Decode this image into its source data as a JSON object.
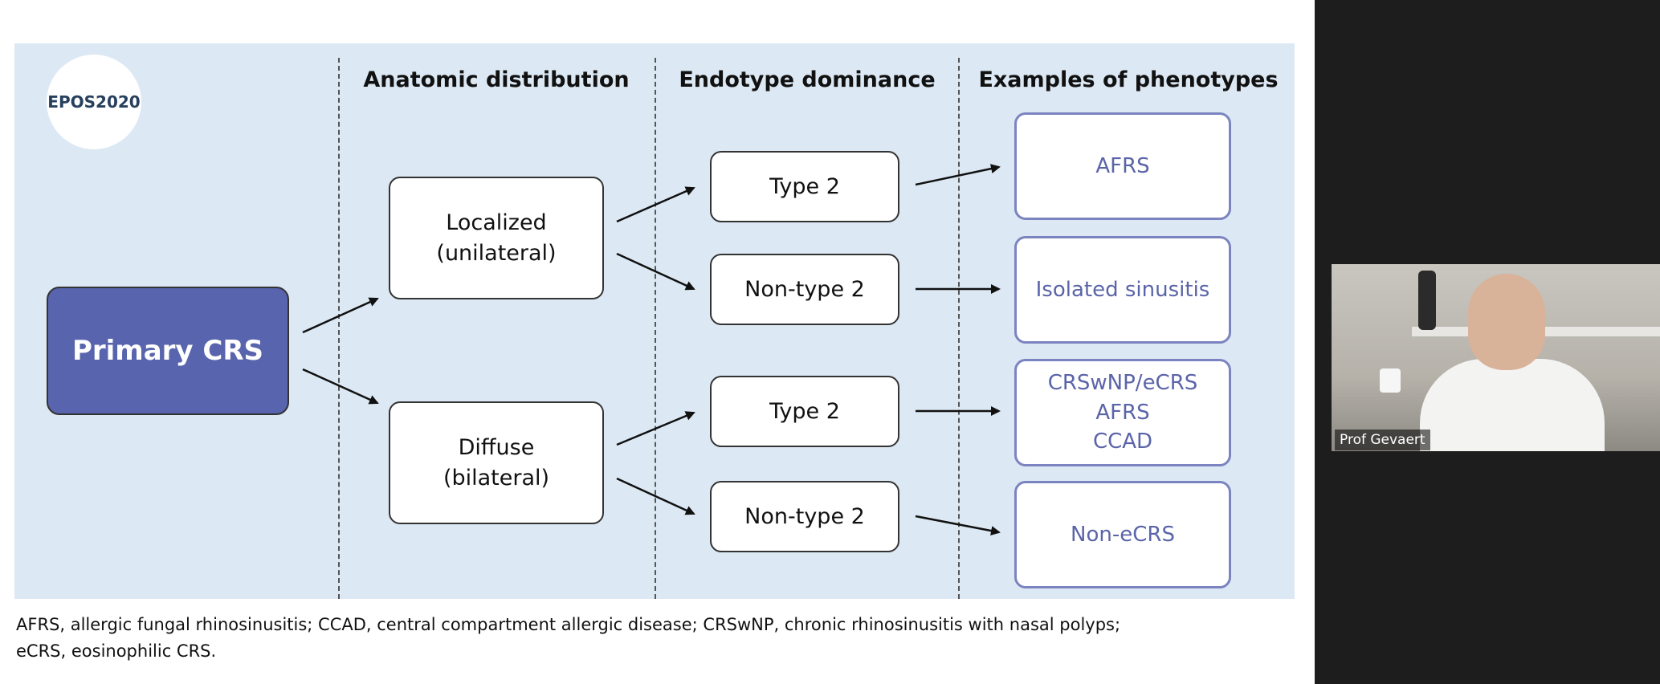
{
  "slide": {
    "logo_text": "EPOS2020",
    "headers": {
      "anatomic": "Anatomic distribution",
      "endotype": "Endotype dominance",
      "phenotype": "Examples of phenotypes"
    },
    "primary": "Primary CRS",
    "anatomic_boxes": [
      {
        "line1": "Localized",
        "line2": "(unilateral)"
      },
      {
        "line1": "Diffuse",
        "line2": "(bilateral)"
      }
    ],
    "endotype_boxes": [
      "Type 2",
      "Non-type 2",
      "Type 2",
      "Non-type 2"
    ],
    "phenotype_boxes": [
      [
        "AFRS"
      ],
      [
        "Isolated sinusitis"
      ],
      [
        "CRSwNP/eCRS",
        "AFRS",
        "CCAD"
      ],
      [
        "Non-eCRS"
      ]
    ],
    "footnote_line1": "AFRS, allergic fungal rhinosinusitis; CCAD, central compartment allergic disease; CRSwNP, chronic rhinosinusitis with nasal polyps;",
    "footnote_line2": "eCRS, eosinophilic CRS."
  },
  "webcam": {
    "participant_name": "Prof Gevaert"
  },
  "colors": {
    "panel_bg": "#dce8f3",
    "primary_fill": "#5864ad",
    "phenotype_border": "#7b84c0",
    "phenotype_text": "#5a64a8",
    "sidebar_bg": "#1d1d1d"
  }
}
